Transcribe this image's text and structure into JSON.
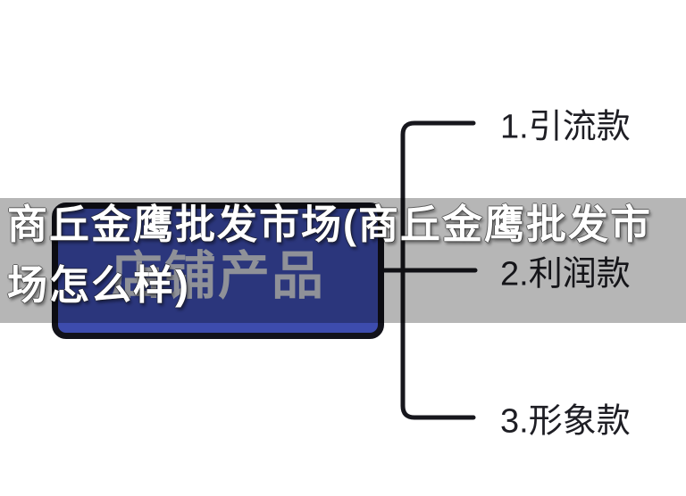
{
  "watermark": {
    "line1": "商丘金鹰批发市场(商丘金鹰批发市",
    "line2": "场怎么样)"
  },
  "diagram": {
    "root": {
      "label": "店铺产品"
    },
    "branches": [
      {
        "label": "1.引流款"
      },
      {
        "label": "2.利润款"
      },
      {
        "label": "3.形象款"
      }
    ]
  },
  "colors": {
    "background": "#ffffff",
    "node_fill": "#3d4cae",
    "node_border": "#12121a",
    "node_text": "#c9ccd6",
    "line_color": "#17171d",
    "label_color": "#1e1e24",
    "watermark_color": "#ffffff",
    "band_color": "#000000",
    "band_opacity": "0.285"
  }
}
